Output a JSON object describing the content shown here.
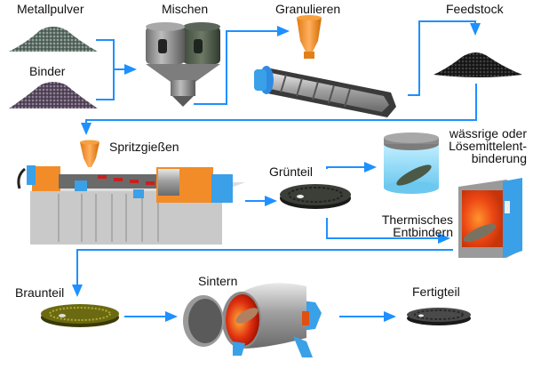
{
  "title": "Metallpulverspritzguss Prozess",
  "colors": {
    "arrow": "#1e90ff",
    "orange": "#f28c28",
    "blue_machine": "#3aa0e8",
    "steel": "#9a9a9a",
    "dark_part": "#2a2a2a",
    "brown_part": "#6b6a12"
  },
  "stages": {
    "metallpulver": "Metallpulver",
    "binder": "Binder",
    "mischen": "Mischen",
    "granulieren": "Granulieren",
    "feedstock": "Feedstock",
    "spritzgiessen": "Spritzgießen",
    "gruenteil": "Grünteil",
    "loesemittel_line1": "wässrige oder",
    "loesemittel_line2": "Lösemittelent-",
    "loesemittel_line3": "binderung",
    "thermisch_line1": "Thermisches",
    "thermisch_line2": "Entbindern",
    "braunteil": "Braunteil",
    "sintern": "Sintern",
    "fertigteil": "Fertigteil"
  }
}
